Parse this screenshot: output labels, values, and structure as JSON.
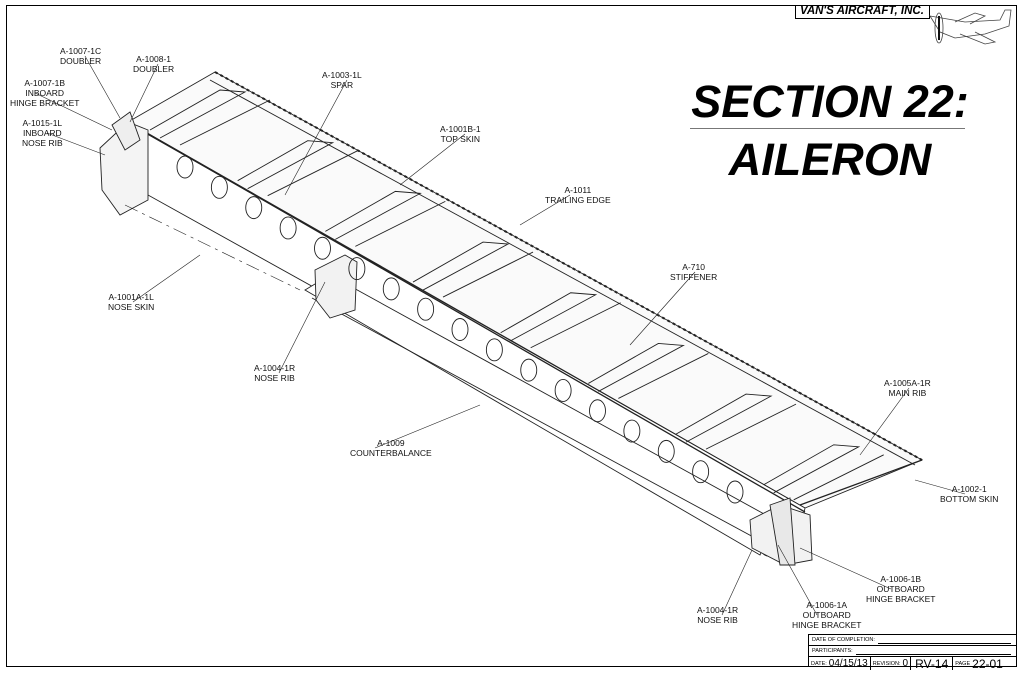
{
  "header": {
    "company": "VAN'S AIRCRAFT, INC.",
    "logo": "airplane-logo"
  },
  "title": {
    "line1": "SECTION 22:",
    "line2": "AILERON"
  },
  "labels": [
    {
      "id": "a1007-1c",
      "lines": [
        "A-1007-1C",
        "DOUBLER"
      ]
    },
    {
      "id": "a1008-1",
      "lines": [
        "A-1008-1",
        "DOUBLER"
      ]
    },
    {
      "id": "a1007-1b",
      "lines": [
        "A-1007-1B",
        "INBOARD",
        "HINGE BRACKET"
      ]
    },
    {
      "id": "a1015-1l",
      "lines": [
        "A-1015-1L",
        "INBOARD",
        "NOSE RIB"
      ]
    },
    {
      "id": "a1003-1l",
      "lines": [
        "A-1003-1L",
        "SPAR"
      ]
    },
    {
      "id": "a1001b-1",
      "lines": [
        "A-1001B-1",
        "TOP SKIN"
      ]
    },
    {
      "id": "a1011",
      "lines": [
        "A-1011",
        "TRAILING EDGE"
      ]
    },
    {
      "id": "a710",
      "lines": [
        "A-710",
        "STIFFENER"
      ]
    },
    {
      "id": "a1001a-1l",
      "lines": [
        "A-1001A-1L",
        "NOSE SKIN"
      ]
    },
    {
      "id": "a1004-1r-a",
      "lines": [
        "A-1004-1R",
        "NOSE RIB"
      ]
    },
    {
      "id": "a1009",
      "lines": [
        "A-1009",
        "COUNTERBALANCE"
      ]
    },
    {
      "id": "a1005a-1r",
      "lines": [
        "A-1005A-1R",
        "MAIN RIB"
      ]
    },
    {
      "id": "a1002-1",
      "lines": [
        "A-1002-1",
        "BOTTOM SKIN"
      ]
    },
    {
      "id": "a1006-1b",
      "lines": [
        "A-1006-1B",
        "OUTBOARD",
        "HINGE BRACKET"
      ]
    },
    {
      "id": "a1006-1a",
      "lines": [
        "A-1006-1A",
        "OUTBOARD",
        "HINGE BRACKET"
      ]
    },
    {
      "id": "a1004-1r-b",
      "lines": [
        "A-1004-1R",
        "NOSE RIB"
      ]
    }
  ],
  "title_block": {
    "completion_label": "DATE OF COMPLETION:",
    "participants_label": "PARTICIPANTS:",
    "date_label": "DATE:",
    "date": "04/15/13",
    "revision_label": "REVISION:",
    "revision": "0",
    "model": "RV-14",
    "page_label": "PAGE",
    "page": "22-01"
  }
}
